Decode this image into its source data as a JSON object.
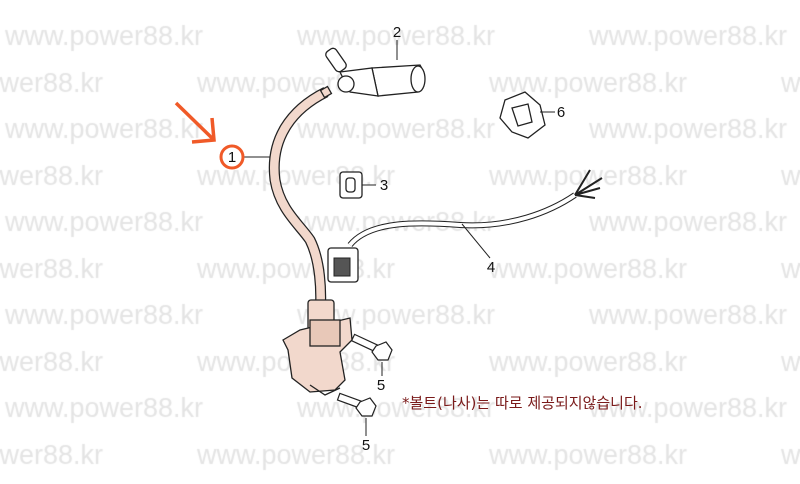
{
  "watermark": "www.power88.kr",
  "callouts": {
    "part1": "1",
    "part2": "2",
    "part3": "3",
    "part4": "4",
    "part5a": "5",
    "part5b": "5",
    "part6": "6"
  },
  "note": "*볼트(나사)는 따로 제공되지않습니다.",
  "colors": {
    "highlight": "#f05a28",
    "note": "#7a1a1a",
    "part_fill": "#f2d8cc",
    "watermark": "#e4e4e4"
  }
}
